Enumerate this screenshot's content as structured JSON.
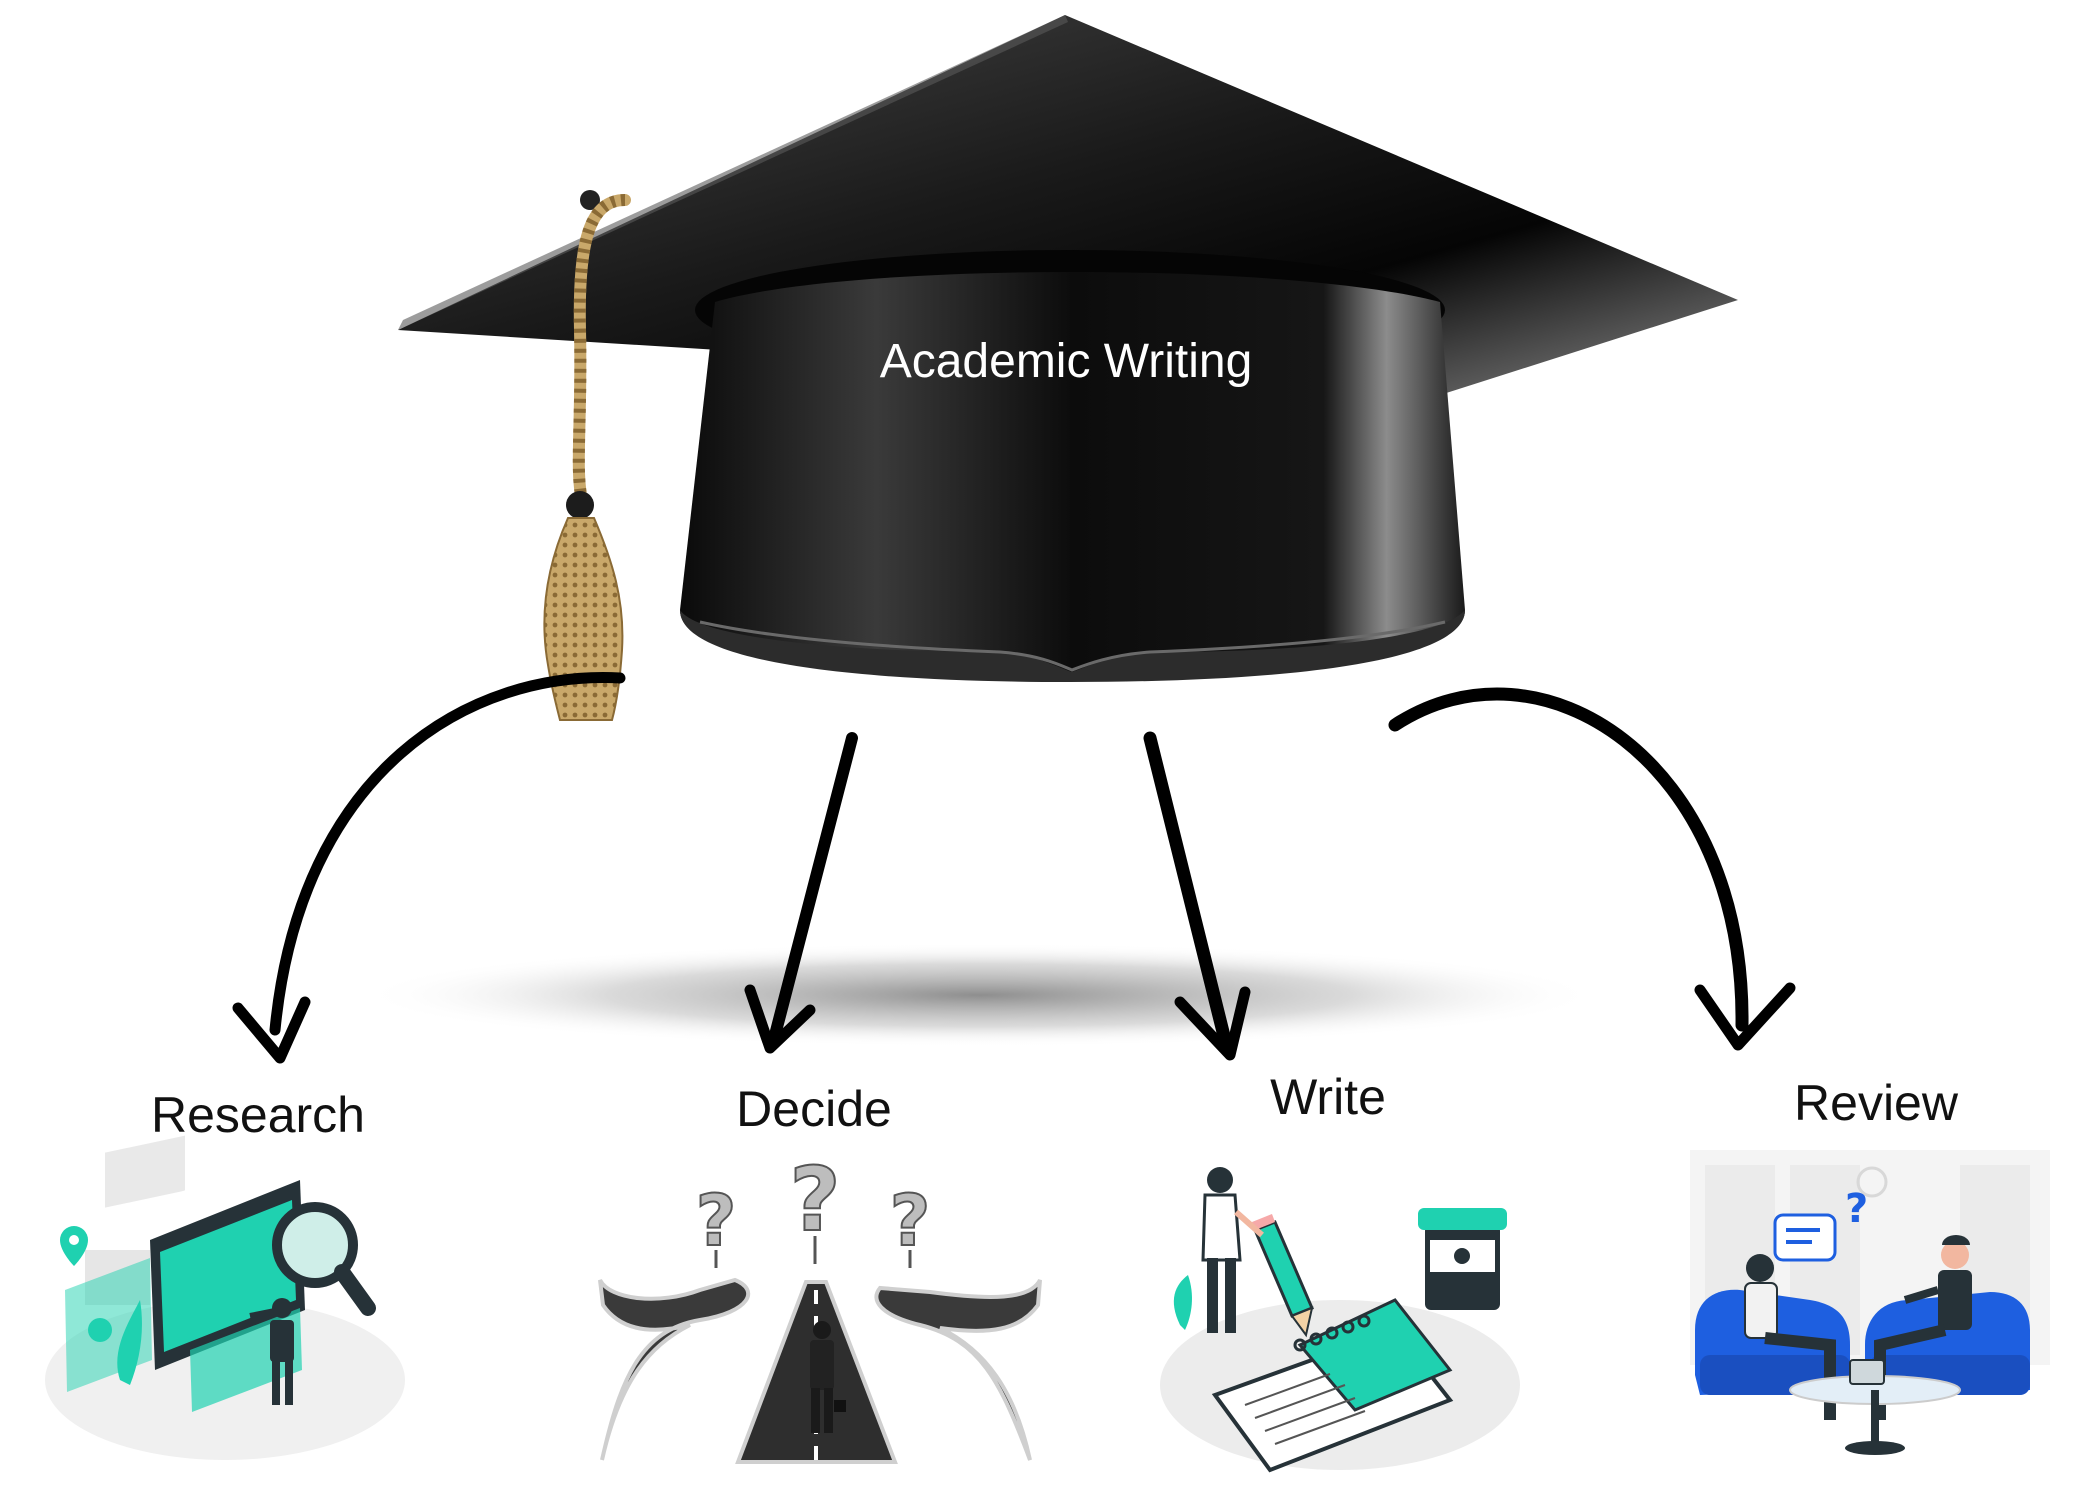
{
  "cap": {
    "title": "Academic Writing"
  },
  "steps": [
    {
      "id": "research",
      "label": "Research"
    },
    {
      "id": "decide",
      "label": "Decide"
    },
    {
      "id": "write",
      "label": "Write"
    },
    {
      "id": "review",
      "label": "Review"
    }
  ],
  "colors": {
    "cap": "#111111",
    "tassel": "#c9a86a",
    "accent_teal": "#1fd1b0",
    "accent_blue": "#1e5fe0",
    "road": "#3a3a3a",
    "arrow": "#000000"
  }
}
